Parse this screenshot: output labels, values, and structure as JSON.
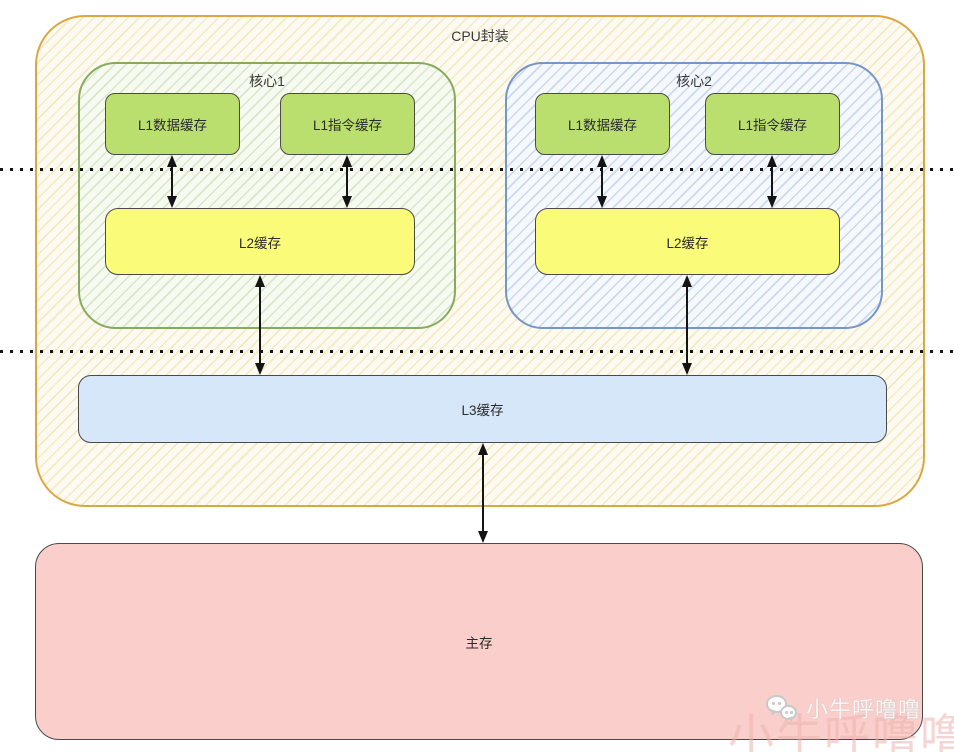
{
  "diagram": {
    "cpu_package": {
      "label": "CPU封装"
    },
    "cores": [
      {
        "label": "核心1",
        "l1_data": "L1数据缓存",
        "l1_instruction": "L1指令缓存",
        "l2": "L2缓存"
      },
      {
        "label": "核心2",
        "l1_data": "L1数据缓存",
        "l1_instruction": "L1指令缓存",
        "l2": "L2缓存"
      }
    ],
    "l3": {
      "label": "L3缓存"
    },
    "main_memory": {
      "label": "主存"
    },
    "connections": [
      "core1-l1-data <-> core1-l2",
      "core1-l1-instruction <-> core1-l2",
      "core2-l1-data <-> core2-l2",
      "core2-l1-instruction <-> core2-l2",
      "core1-l2 <-> l3",
      "core2-l2 <-> l3",
      "l3 <-> main-memory"
    ],
    "watermark": {
      "text": "小牛呼噜噜",
      "icon": "wechat-icon"
    },
    "colors": {
      "package_border": "#D9A843",
      "core1_border": "#86AB5F",
      "core2_border": "#7696C8",
      "l1_fill": "#BADF6F",
      "l2_fill": "#FBFB7A",
      "l3_fill": "#D7E7FA",
      "memory_fill": "#F9CECB",
      "node_border": "#4A4A4A",
      "arrow": "#141414"
    }
  }
}
